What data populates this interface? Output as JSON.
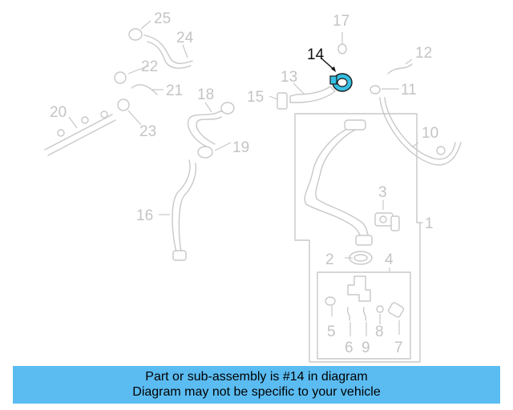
{
  "callouts": [
    "1",
    "2",
    "3",
    "4",
    "5",
    "6",
    "7",
    "8",
    "9",
    "10",
    "11",
    "12",
    "13",
    "14",
    "15",
    "16",
    "17",
    "18",
    "19",
    "20",
    "21",
    "22",
    "23",
    "24",
    "25"
  ],
  "highlight": "14",
  "colors": {
    "highlight_part": "#35bfe3",
    "banner_bg": "#5bbcf2",
    "part_lines": "#c8c8c8",
    "callout_text": "#c4c4c4"
  },
  "banner": {
    "line1": "Part or sub-assembly is #14 in diagram",
    "line2": "Diagram may not be specific to your vehicle"
  }
}
